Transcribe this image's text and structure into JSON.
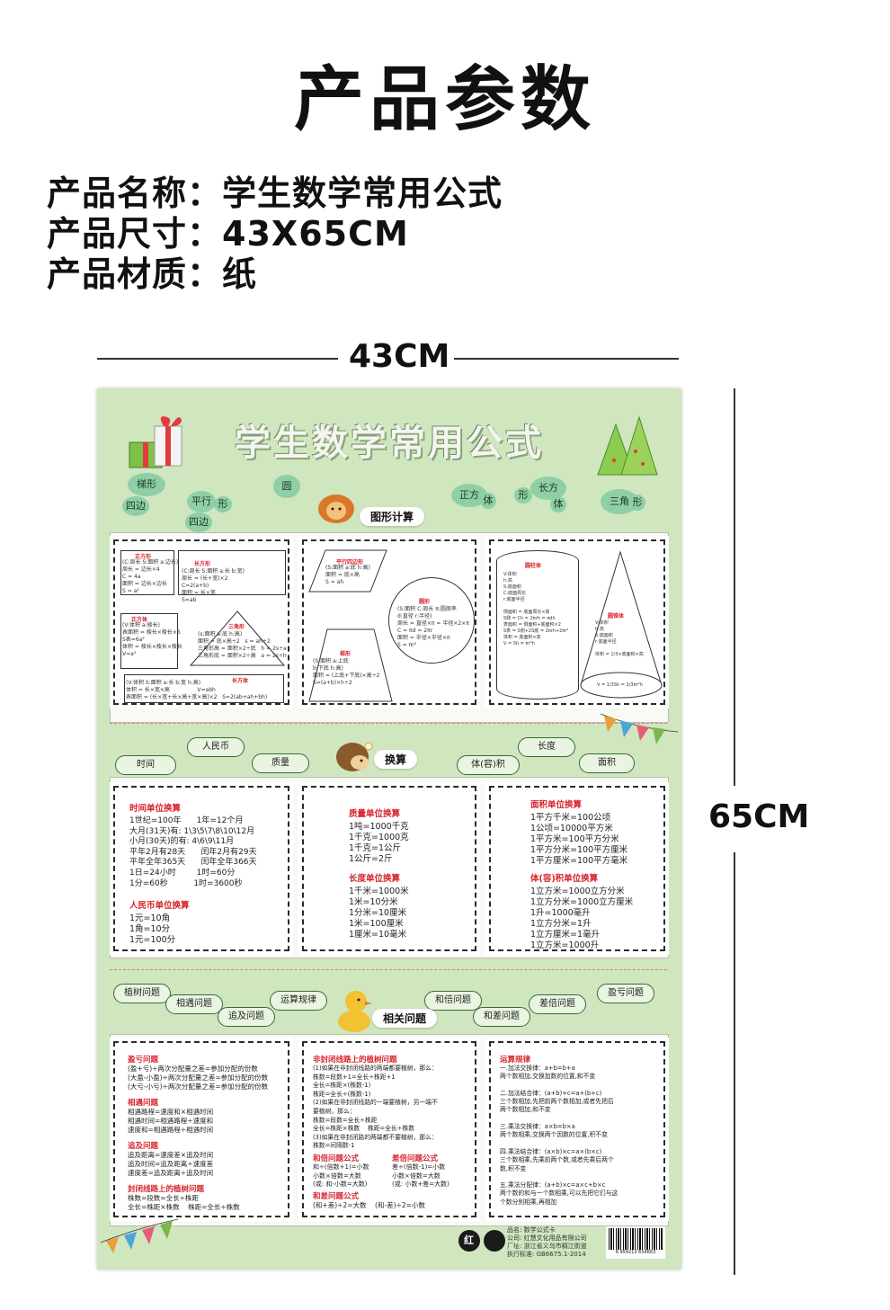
{
  "header": {
    "title": "产品参数",
    "specs": [
      {
        "label": "产品名称：",
        "value": "学生数学常用公式"
      },
      {
        "label": "产品尺寸：",
        "value": "43X65CM"
      },
      {
        "label": "产品材质：",
        "value": "纸"
      }
    ],
    "width_label": "43CM",
    "height_label": "65CM"
  },
  "poster": {
    "title": "学生数学常用公式",
    "section1": {
      "label": "图形计算",
      "blobs": [
        "梯形",
        "四边",
        "平行",
        "四边",
        "形",
        "圆",
        "正方",
        "体",
        "形",
        "长方",
        "体",
        "三角",
        "形"
      ],
      "trapezoid_top": "梯形",
      "square": {
        "head": "正方形",
        "lines": "(C:周长 S:面积 a:边长)\n周长 = 边长×4\nC = 4a\n面积 = 边长×边长\nS = a²"
      },
      "rectangle": {
        "head": "长方形",
        "lines": "(C:周长 S:面积 a:长 b:宽)\n周长 = (长+宽)×2\nC=2(a+b)\n面积 = 长×宽\nS=ab"
      },
      "cube": {
        "head": "正方体",
        "lines": "(V:体积 a:棱长)\n表面积 = 棱长×棱长×6\nS表=6a²\n体积 = 棱长×棱长×棱长\nV=a³"
      },
      "triangle": {
        "head": "三角形",
        "lines": "(s:面积 a:底 h:高)\n面积 = 底×高÷2   s = ah÷2\n三角形高 = 面积×2÷底   h = 2s÷a\n三角形底 = 面积×2÷高   a = 2s÷h"
      },
      "cuboid": {
        "head": "长方体",
        "lines": "(V:体积 S:面积 a:长 b:宽 h:高)\n体积 = 长×宽×高                V=abh\n表面积 = (长×宽+长×高+宽×高)×2   S=2(ab+ah+bh)"
      },
      "parallelogram": {
        "head": "平行四边形",
        "lines": "(S:面积 a:底 h:高)\n面积 = 底×高\nS = ah"
      },
      "circle": {
        "head": "圆形",
        "lines": "(S:面积 C:周长 π:圆周率\nd:直径 r:半径)\n周长 = 直径×π = 半径×2×π\nC = πd = 2πr\n面积 = 半径×半径×π\nS = πr²"
      },
      "trapezoid": {
        "head": "梯形",
        "lines": "(S:面积 a:上底\nb:下底 h:高)\n面积 = (上底+下底)×高÷2\nS=(a+b)×h÷2"
      },
      "cylinder": {
        "head": "圆柱体",
        "lines": "V:体积\nh:高\nS:底面积\nC:底面周长\nr:底面半径\n\n侧面积 = 底面周长×高\nS侧 = Ch = 2πrh = πdh\n表面积 = 侧面积+底面积×2\nS表 = S侧+2S底 = 2πrh+2πr²\n体积 = 底面积×高\nV = Sh = πr²h"
      },
      "cone": {
        "head": "圆锥体",
        "lines": "V:体积\nh:高\nS:底面积\nr:底面半径\n\n体积 = 1/3×底面积×高"
      },
      "cone_formula": "V = 1/3Sh = 1/3πr²h"
    },
    "section2": {
      "label": "换算",
      "clouds": [
        "人民币",
        "时间",
        "质量",
        "体(容)积",
        "长度",
        "面积"
      ],
      "col1": {
        "head1": "时间单位换算",
        "lines1": "1世纪=100年      1年=12个月\n大月(31天)有: 1\\3\\5\\7\\8\\10\\12月\n小月(30天)的有: 4\\6\\9\\11月\n平年2月有28天      闰年2月有29天\n平年全年365天      闰年全年366天\n1日=24小时        1时=60分\n1分=60秒          1时=3600秒",
        "head2": "人民币单位换算",
        "lines2": "1元=10角\n1角=10分\n1元=100分"
      },
      "col2": {
        "head1": "质量单位换算",
        "lines1": "1吨=1000千克\n1千克=1000克\n1千克=1公斤\n1公斤=2斤",
        "head2": "长度单位换算",
        "lines2": "1千米=1000米\n1米=10分米\n1分米=10厘米\n1米=100厘米\n1厘米=10毫米"
      },
      "col3": {
        "head1": "面积单位换算",
        "lines1": "1平方千米=100公顷\n1公顷=10000平方米\n1平方米=100平方分米\n1平方分米=100平方厘米\n1平方厘米=100平方毫米",
        "head2": "体(容)积单位换算",
        "lines2": "1立方米=1000立方分米\n1立方分米=1000立方厘米\n1升=1000毫升\n1立方分米=1升\n1立方厘米=1毫升\n1立方米=1000升"
      }
    },
    "section3": {
      "label": "相关问题",
      "clouds": [
        "植树问题",
        "相遇问题",
        "追及问题",
        "运算规律",
        "和倍问题",
        "和差问题",
        "差倍问题",
        "盈亏问题"
      ],
      "col1": {
        "h1": "盈亏问题",
        "t1": "(盈+亏)÷两次分配量之差=参加分配的份数\n(大盈-小盈)÷两次分配量之差=参加分配的份数\n(大亏-小亏)÷两次分配量之差=参加分配的份数",
        "h2": "相遇问题",
        "t2": "相遇路程=速度和×相遇时间\n相遇时间=相遇路程÷速度和\n速度和=相遇路程÷相遇时间",
        "h3": "追及问题",
        "t3": "追及距离=速度差×追及时间\n追及时间=追及距离÷速度差\n速度差=追及距离÷追及时间",
        "h4": "封闭线路上的植树问题",
        "t4": "株数=段数=全长÷株距\n全长=株距×株数    株距=全长÷株数"
      },
      "col2": {
        "h1": "非封闭线路上的植树问题",
        "t1": "(1)如果在非封闭线路的两端都要植树，那么：\n株数=段数+1=全长÷株距+1\n全长=株距×(株数-1)\n株距=全长÷(株数-1)\n(2)如果在非封闭线路的一端要植树，另一端不\n要植树，那么：\n株数=段数=全长÷株距\n全长=株距×株数    株距=全长÷株数\n(3)如果在非封闭路的两端都不要植树，那么：\n株数=间隔数-1",
        "h2": "和倍问题公式",
        "t2": "和÷(倍数+1)=小数\n小数×倍数=大数\n(或: 和-小数=大数)",
        "h3": "差倍问题公式",
        "t3": "差÷(倍数-1)=小数\n小数×倍数=大数\n(或: 小数+差=大数)",
        "h4": "和差问题公式",
        "t4": "(和+差)÷2=大数    (和-差)÷2=小数"
      },
      "col3": {
        "h1": "运算规律",
        "t1": "一.加法交换律：a+b=b+a\n两个数相加,交换加数的位置,和不变\n\n二.加法结合律：(a+b)+c=a+(b+c)\n三个数相加,先把前两个数相加,或者先把后\n两个数相加,和不变\n\n三.乘法交换律：a×b=b×a\n两个数相乘,交换两个因数的位置,积不变\n\n四.乘法结合律：(a×b)×c=a×(b×c)\n三个数相乘,先乘前两个数,或者先乘后两个\n数,积不变\n\n五.乘法分配律：(a+b)×c=a×c+b×c\n两个数的和与一个数相乘,可以先把它们与这\n个数分别相乘,再相加"
      }
    },
    "footer": {
      "brand": "红 慧",
      "info": "品名: 数学公式卡\n公司: 红慧文化用品有限公司\n厂址: 浙江省义乌市稠江街道\n执行标准: GB6675.1-2014",
      "barcode_number": "6 954213 654663"
    }
  }
}
